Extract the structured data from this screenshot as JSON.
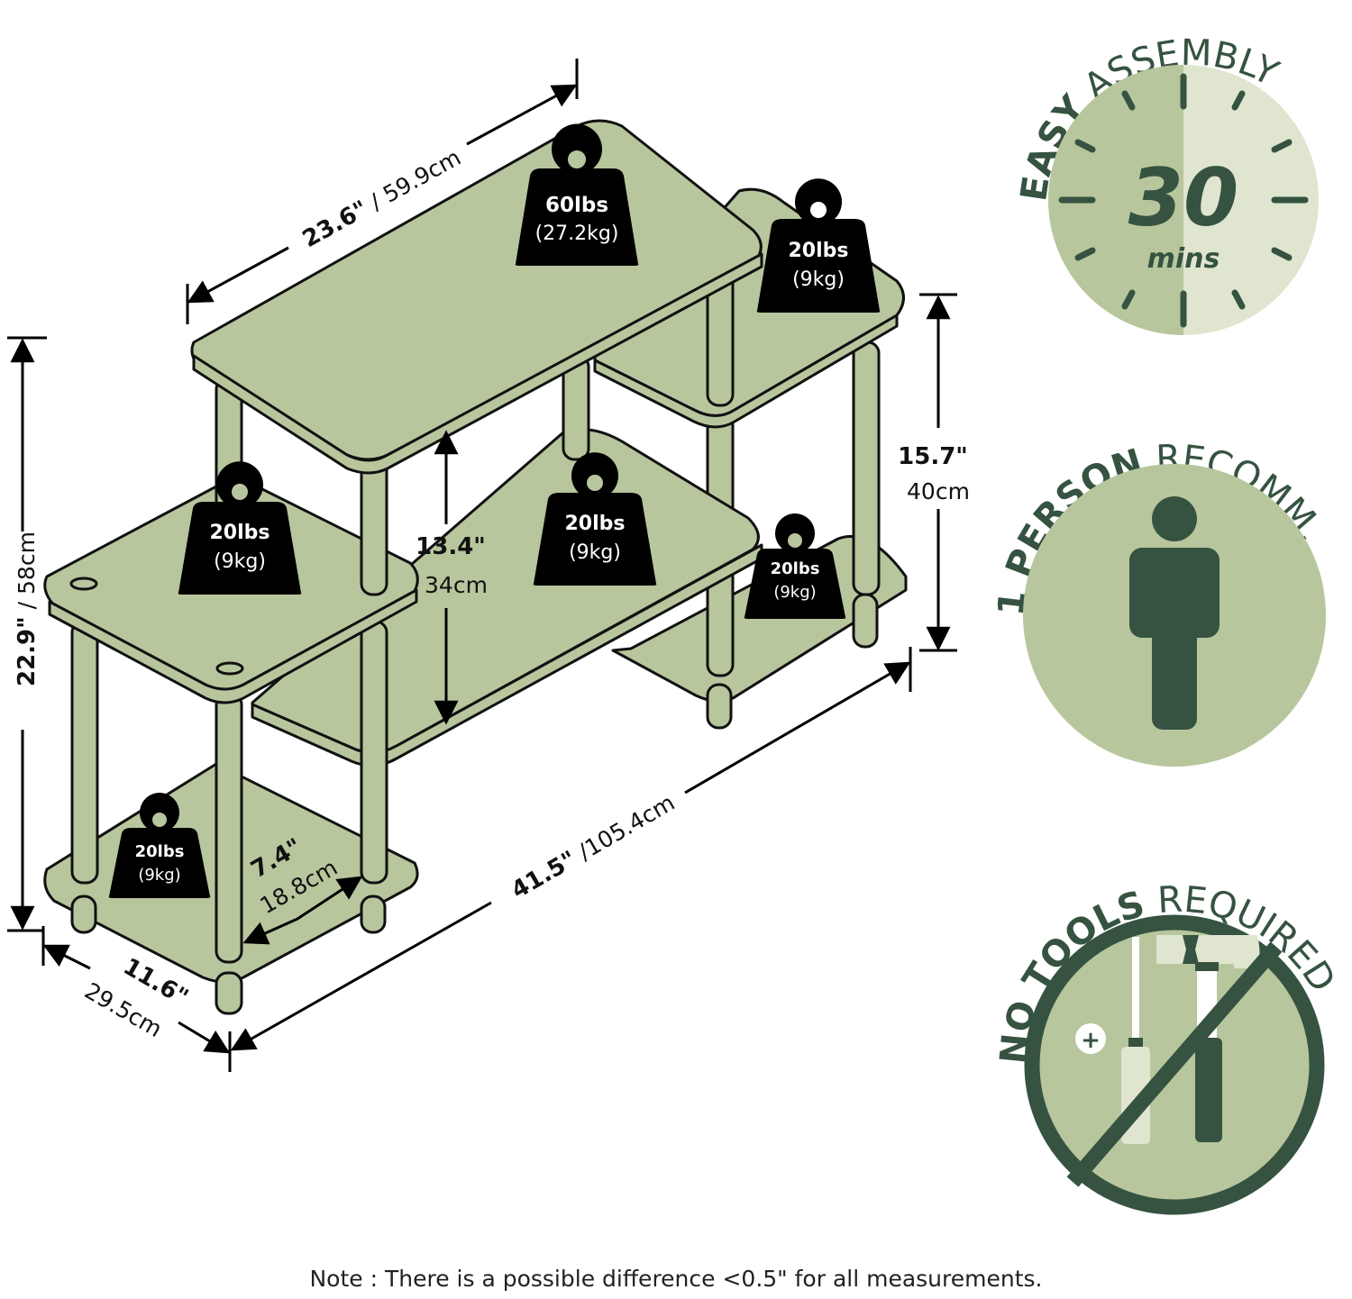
{
  "colors": {
    "shelf_fill": "#b8c69d",
    "outline": "#111111",
    "badge_dark": "#355340",
    "badge_mid": "#b8c69d",
    "badge_light": "#dfe5cf",
    "weight_fill": "#000000"
  },
  "dimensions": {
    "top_width": {
      "bold": "23.6\"",
      "thin": " / 59.9cm"
    },
    "total_height": {
      "bold": "22.9\"",
      "thin": " / 58cm"
    },
    "right_height": {
      "bold": "15.7\"",
      "thin": "40cm"
    },
    "inner_height": {
      "bold": "13.4\"",
      "thin": "34cm"
    },
    "total_length": {
      "bold": "41.5\"",
      "thin": " /105.4cm"
    },
    "depth": {
      "bold": "11.6\"",
      "thin": "29.5cm"
    },
    "inner_depth": {
      "bold": "7.4\"",
      "thin": "18.8cm"
    }
  },
  "weights": [
    {
      "lbs": "60lbs",
      "kg": "(27.2kg)"
    },
    {
      "lbs": "20lbs",
      "kg": "(9kg)"
    },
    {
      "lbs": "20lbs",
      "kg": "(9kg)"
    },
    {
      "lbs": "20lbs",
      "kg": "(9kg)"
    },
    {
      "lbs": "20lbs",
      "kg": "(9kg)"
    },
    {
      "lbs": "20lbs",
      "kg": "(9kg)"
    }
  ],
  "badges": {
    "assembly": {
      "bold": "EASY",
      "thin": " ASSEMBLY",
      "number": "30",
      "unit": "mins"
    },
    "person": {
      "bold": "1 PERSON",
      "thin": " RECOMM."
    },
    "tools": {
      "bold": "NO TOOLS",
      "thin": " REQUIRED"
    }
  },
  "note": "Note : There is a possible difference <0.5\" for all measurements."
}
